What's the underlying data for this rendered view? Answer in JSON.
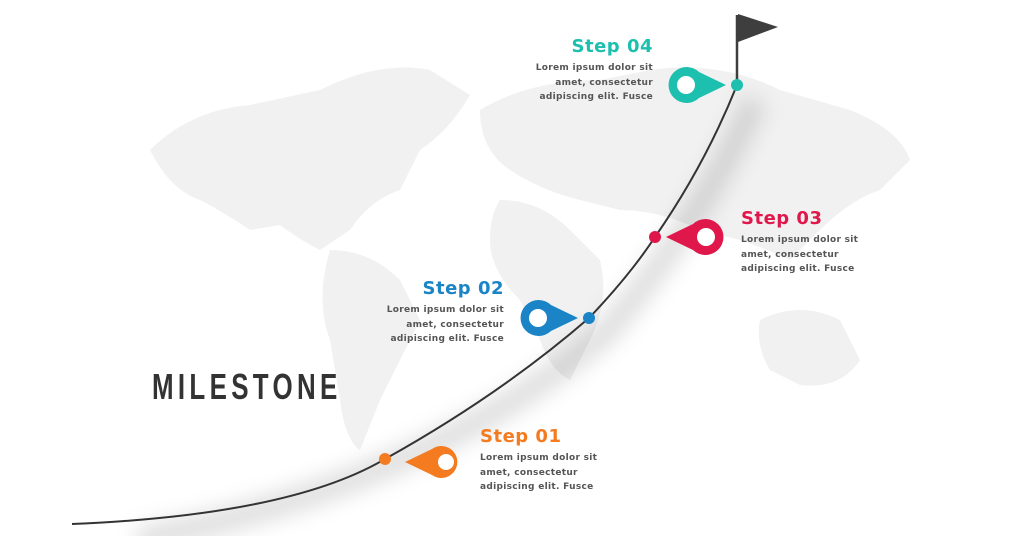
{
  "title": "MILESTONE",
  "colors": {
    "step1": "#F47B20",
    "step2": "#1A84C7",
    "step3": "#E0174A",
    "step4": "#1DBFAE",
    "line": "#333333",
    "flag": "#3E3E3E",
    "map": "#F1F1F1"
  },
  "steps": [
    {
      "heading": "Step 01",
      "line1": "Lorem ipsum dolor sit",
      "line2": "amet, consectetur",
      "line3": "adipiscing elit. Fusce"
    },
    {
      "heading": "Step 02",
      "line1": "Lorem ipsum dolor sit",
      "line2": "amet, consectetur",
      "line3": "adipiscing elit. Fusce"
    },
    {
      "heading": "Step 03",
      "line1": "Lorem ipsum dolor sit",
      "line2": "amet, consectetur",
      "line3": "adipiscing elit. Fusce"
    },
    {
      "heading": "Step 04",
      "line1": "Lorem ipsum dolor sit",
      "line2": "amet, consectetur",
      "line3": "adipiscing elit. Fusce"
    }
  ]
}
